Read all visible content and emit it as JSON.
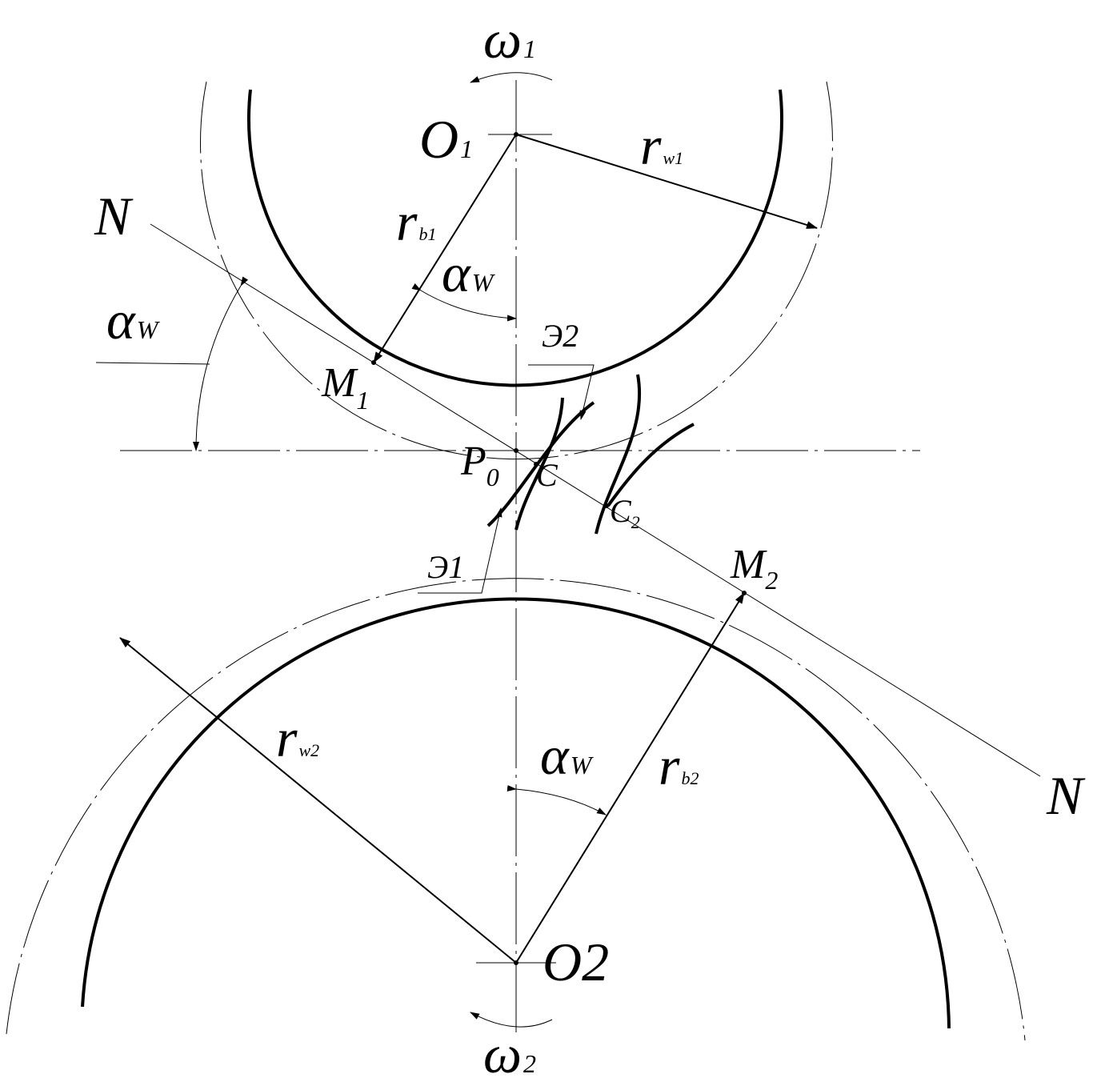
{
  "labels": {
    "omega1": "ω",
    "omega1_sub": "1",
    "omega2": "ω",
    "omega2_sub": "2",
    "O1": "O",
    "O1_sub": "1",
    "O2": "O2",
    "rw1": "r",
    "rw1_sub": "w1",
    "rb1": "r",
    "rb1_sub": "b1",
    "rw2": "r",
    "rw2_sub": "w2",
    "rb2": "r",
    "rb2_sub": "b2",
    "alpha_w_top": "α",
    "alpha_w_top_sub": "W",
    "alpha_w_left": "α",
    "alpha_w_left_sub": "W",
    "alpha_w_bottom": "α",
    "alpha_w_bottom_sub": "W",
    "N_top": "N",
    "N_bottom": "N",
    "M1": "M",
    "M1_sub": "1",
    "M2": "M",
    "M2_sub": "2",
    "P0": "P",
    "P0_sub": "0",
    "C": "C",
    "C2": "C",
    "C2_sub": "2",
    "E1": "Э1",
    "E2": "Э2"
  }
}
